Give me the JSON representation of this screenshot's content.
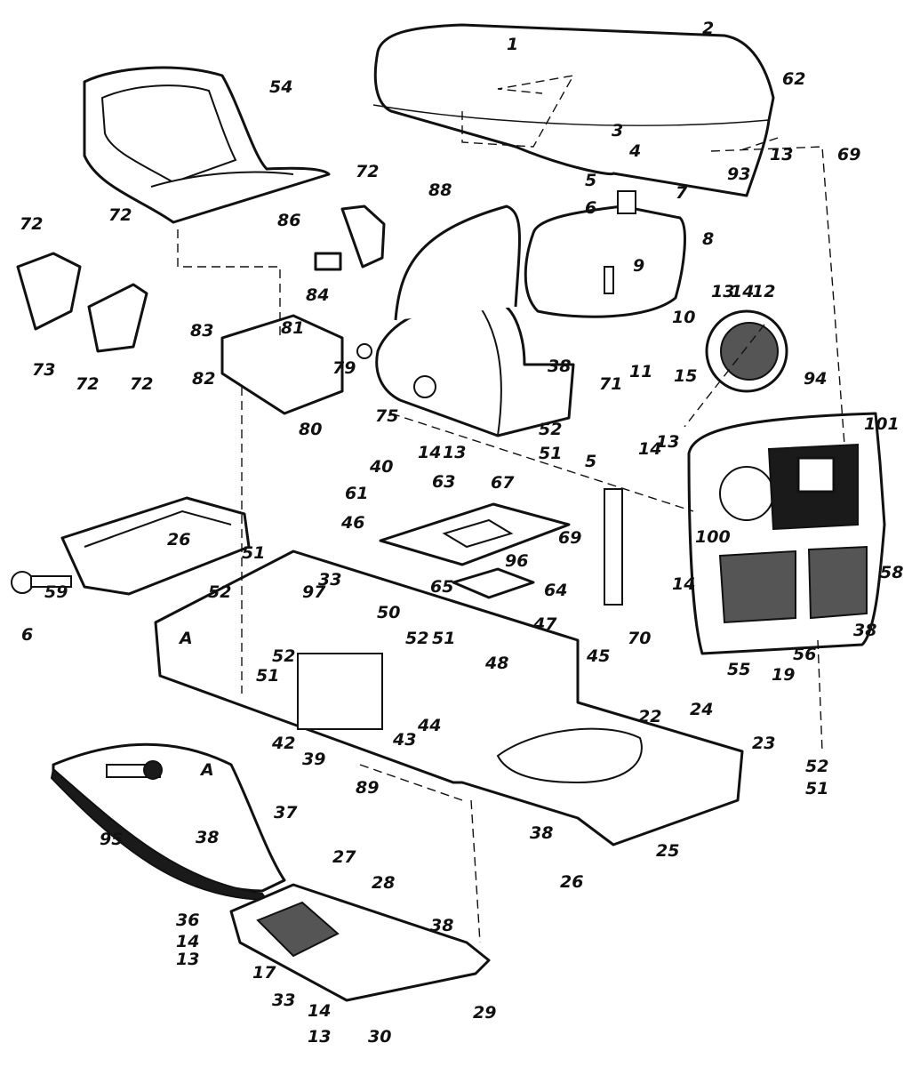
{
  "callouts": [
    {
      "label": "1"
    },
    {
      "label": "2"
    },
    {
      "label": "3"
    },
    {
      "label": "4"
    },
    {
      "label": "5"
    },
    {
      "label": "6"
    },
    {
      "label": "7"
    },
    {
      "label": "8"
    },
    {
      "label": "9"
    },
    {
      "label": "10"
    },
    {
      "label": "11"
    },
    {
      "label": "12"
    },
    {
      "label": "13"
    },
    {
      "label": "14"
    },
    {
      "label": "13"
    },
    {
      "label": "15"
    },
    {
      "label": "62"
    },
    {
      "label": "69"
    },
    {
      "label": "13"
    },
    {
      "label": "93"
    },
    {
      "label": "54"
    },
    {
      "label": "72"
    },
    {
      "label": "72"
    },
    {
      "label": "72"
    },
    {
      "label": "73"
    },
    {
      "label": "72"
    },
    {
      "label": "72"
    },
    {
      "label": "72"
    },
    {
      "label": "86"
    },
    {
      "label": "88"
    },
    {
      "label": "84"
    },
    {
      "label": "83"
    },
    {
      "label": "81"
    },
    {
      "label": "79"
    },
    {
      "label": "82"
    },
    {
      "label": "80"
    },
    {
      "label": "75"
    },
    {
      "label": "40"
    },
    {
      "label": "14"
    },
    {
      "label": "13"
    },
    {
      "label": "38"
    },
    {
      "label": "71"
    },
    {
      "label": "52"
    },
    {
      "label": "51"
    },
    {
      "label": "67"
    },
    {
      "label": "5"
    },
    {
      "label": "14"
    },
    {
      "label": "13"
    },
    {
      "label": "94"
    },
    {
      "label": "101"
    },
    {
      "label": "100"
    },
    {
      "label": "14"
    },
    {
      "label": "69"
    },
    {
      "label": "70"
    },
    {
      "label": "58"
    },
    {
      "label": "38"
    },
    {
      "label": "56"
    },
    {
      "label": "55"
    },
    {
      "label": "19"
    },
    {
      "label": "63"
    },
    {
      "label": "61"
    },
    {
      "label": "46"
    },
    {
      "label": "96"
    },
    {
      "label": "64"
    },
    {
      "label": "65"
    },
    {
      "label": "47"
    },
    {
      "label": "48"
    },
    {
      "label": "45"
    },
    {
      "label": "26"
    },
    {
      "label": "59"
    },
    {
      "label": "6"
    },
    {
      "label": "51"
    },
    {
      "label": "52"
    },
    {
      "label": "97"
    },
    {
      "label": "33"
    },
    {
      "label": "50"
    },
    {
      "label": "52"
    },
    {
      "label": "51"
    },
    {
      "label": "A"
    },
    {
      "label": "52"
    },
    {
      "label": "51"
    },
    {
      "label": "44"
    },
    {
      "label": "43"
    },
    {
      "label": "42"
    },
    {
      "label": "39"
    },
    {
      "label": "89"
    },
    {
      "label": "22"
    },
    {
      "label": "24"
    },
    {
      "label": "23"
    },
    {
      "label": "52"
    },
    {
      "label": "51"
    },
    {
      "label": "38"
    },
    {
      "label": "25"
    },
    {
      "label": "26"
    },
    {
      "label": "A"
    },
    {
      "label": "37"
    },
    {
      "label": "38"
    },
    {
      "label": "95"
    },
    {
      "label": "27"
    },
    {
      "label": "28"
    },
    {
      "label": "36"
    },
    {
      "label": "14"
    },
    {
      "label": "13"
    },
    {
      "label": "38"
    },
    {
      "label": "17"
    },
    {
      "label": "33"
    },
    {
      "label": "29"
    },
    {
      "label": "14"
    },
    {
      "label": "13"
    },
    {
      "label": "30"
    }
  ]
}
